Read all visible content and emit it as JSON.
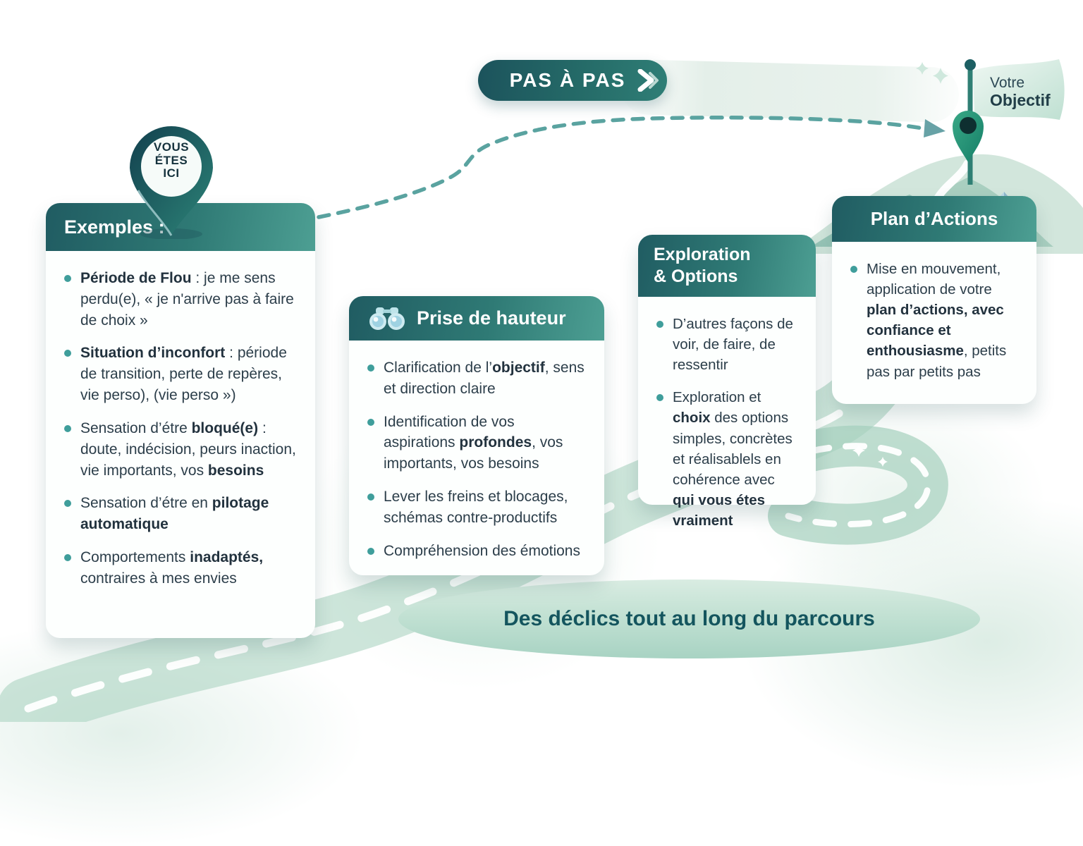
{
  "banner": {
    "label": "PAS À PAS"
  },
  "objective_flag": {
    "line1": "Votre",
    "line2": "Objectif"
  },
  "you_are_here": {
    "line1": "VOUS",
    "line2": "ÉTES",
    "line3": "ICI"
  },
  "footer": {
    "label": "Des déclics tout au long du parcours"
  },
  "colors": {
    "header_teal_dark": "#205c62",
    "header_teal_light": "#4d9f93",
    "bullet_dot": "#3f9e9b",
    "body_text": "#2c3e4a",
    "road_green": "#aed5c3",
    "dashed_arrow": "#5aa3a0",
    "objective_pin_green": "#2f9d7d",
    "footer_text": "#14555e"
  },
  "cards": [
    {
      "id": "exemples",
      "title": "Exemples :",
      "icon": null,
      "bullets": [
        {
          "segments": [
            {
              "text": "Période de Flou",
              "bold": true
            },
            {
              "text": " : je me sens perdu(e), « je n'arrive pas à faire de choix »",
              "bold": false
            }
          ]
        },
        {
          "segments": [
            {
              "text": "Situation d’inconfort",
              "bold": true
            },
            {
              "text": " : période de transition, perte de repères, vie perso), (vie perso »)",
              "bold": false
            }
          ]
        },
        {
          "segments": [
            {
              "text": "Sensation d’étre ",
              "bold": false
            },
            {
              "text": "bloqué(e)",
              "bold": true
            },
            {
              "text": " : doute, indécision, peurs inaction, vie importants, vos ",
              "bold": false
            },
            {
              "text": "besoins",
              "bold": true
            }
          ]
        },
        {
          "segments": [
            {
              "text": "Sensation d’étre en ",
              "bold": false
            },
            {
              "text": "pilotage automatique",
              "bold": true
            }
          ]
        },
        {
          "segments": [
            {
              "text": "Comportements ",
              "bold": false
            },
            {
              "text": "inadaptés,",
              "bold": true
            },
            {
              "text": " contraires à mes envies",
              "bold": false
            }
          ]
        }
      ]
    },
    {
      "id": "prise-de-hauteur",
      "title": "Prise de hauteur",
      "icon": "binoculars-icon",
      "bullets": [
        {
          "segments": [
            {
              "text": "Clarification de l’",
              "bold": false
            },
            {
              "text": "objectif",
              "bold": true
            },
            {
              "text": ", sens et direction claire",
              "bold": false
            }
          ]
        },
        {
          "segments": [
            {
              "text": "Identification de vos aspirations ",
              "bold": false
            },
            {
              "text": "profondes",
              "bold": true
            },
            {
              "text": ", vos importants, vos besoins",
              "bold": false
            }
          ]
        },
        {
          "segments": [
            {
              "text": "Lever les freins et blocages, schémas contre-productifs",
              "bold": false
            }
          ]
        },
        {
          "segments": [
            {
              "text": "Compréhension des émotions",
              "bold": false
            }
          ]
        }
      ]
    },
    {
      "id": "exploration-options",
      "title": "Exploration\n& Options",
      "icon": null,
      "bullets": [
        {
          "segments": [
            {
              "text": "D’autres façons de voir, de faire, de ressentir",
              "bold": false
            }
          ]
        },
        {
          "segments": [
            {
              "text": "Exploration et ",
              "bold": false
            },
            {
              "text": "choix",
              "bold": true
            },
            {
              "text": " des options simples, concrètes et réalisablels en cohérence avec ",
              "bold": false
            },
            {
              "text": "qui vous étes vraiment",
              "bold": true
            }
          ]
        }
      ]
    },
    {
      "id": "plan-actions",
      "title": "Plan d’Actions",
      "icon": null,
      "bullets": [
        {
          "segments": [
            {
              "text": "Mise en mouvement, application de votre ",
              "bold": false
            },
            {
              "text": "plan d’actions, avec confiance et enthousiasme",
              "bold": true
            },
            {
              "text": ", petits pas par petits pas",
              "bold": false
            }
          ]
        }
      ]
    }
  ]
}
